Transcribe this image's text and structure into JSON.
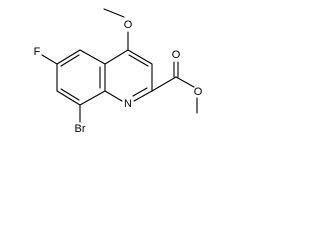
{
  "molecule": {
    "atom_labels": {
      "fluorine": "F",
      "bromine": "Br",
      "ring_nitrogen": "N",
      "methoxy_oxygen": "O",
      "carbonyl_oxygen": "O",
      "ester_oxygen": "O"
    }
  }
}
